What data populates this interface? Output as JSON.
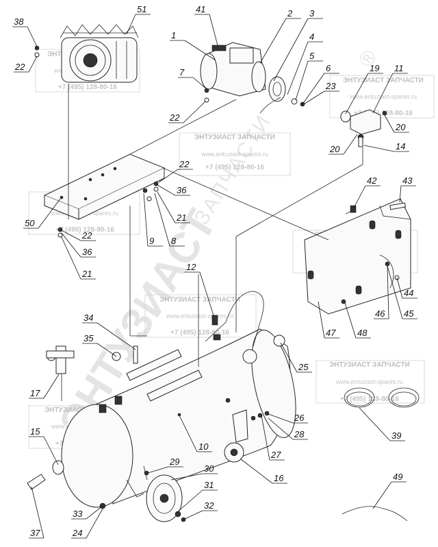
{
  "watermark": {
    "brand_vertical": "ЭНТУЗИАСТ",
    "brand_sub": "ЗАПЧАСТИ",
    "registered": "®"
  },
  "stamp": {
    "title": "ЭНТУЗИАСТ ЗАПЧАСТИ",
    "url": "www.entuziast-spares.ru",
    "phone": "+7 (495) 128-80-16"
  },
  "callouts": [
    "1",
    "2",
    "3",
    "4",
    "5",
    "6",
    "7",
    "8",
    "9",
    "10",
    "11",
    "12",
    "14",
    "15",
    "16",
    "17",
    "19",
    "20",
    "20",
    "21",
    "21",
    "22",
    "22",
    "22",
    "22",
    "23",
    "24",
    "25",
    "26",
    "27",
    "28",
    "29",
    "30",
    "31",
    "32",
    "33",
    "34",
    "35",
    "36",
    "36",
    "37",
    "38",
    "39",
    "41",
    "42",
    "43",
    "44",
    "45",
    "46",
    "47",
    "48",
    "49",
    "50",
    "51"
  ]
}
